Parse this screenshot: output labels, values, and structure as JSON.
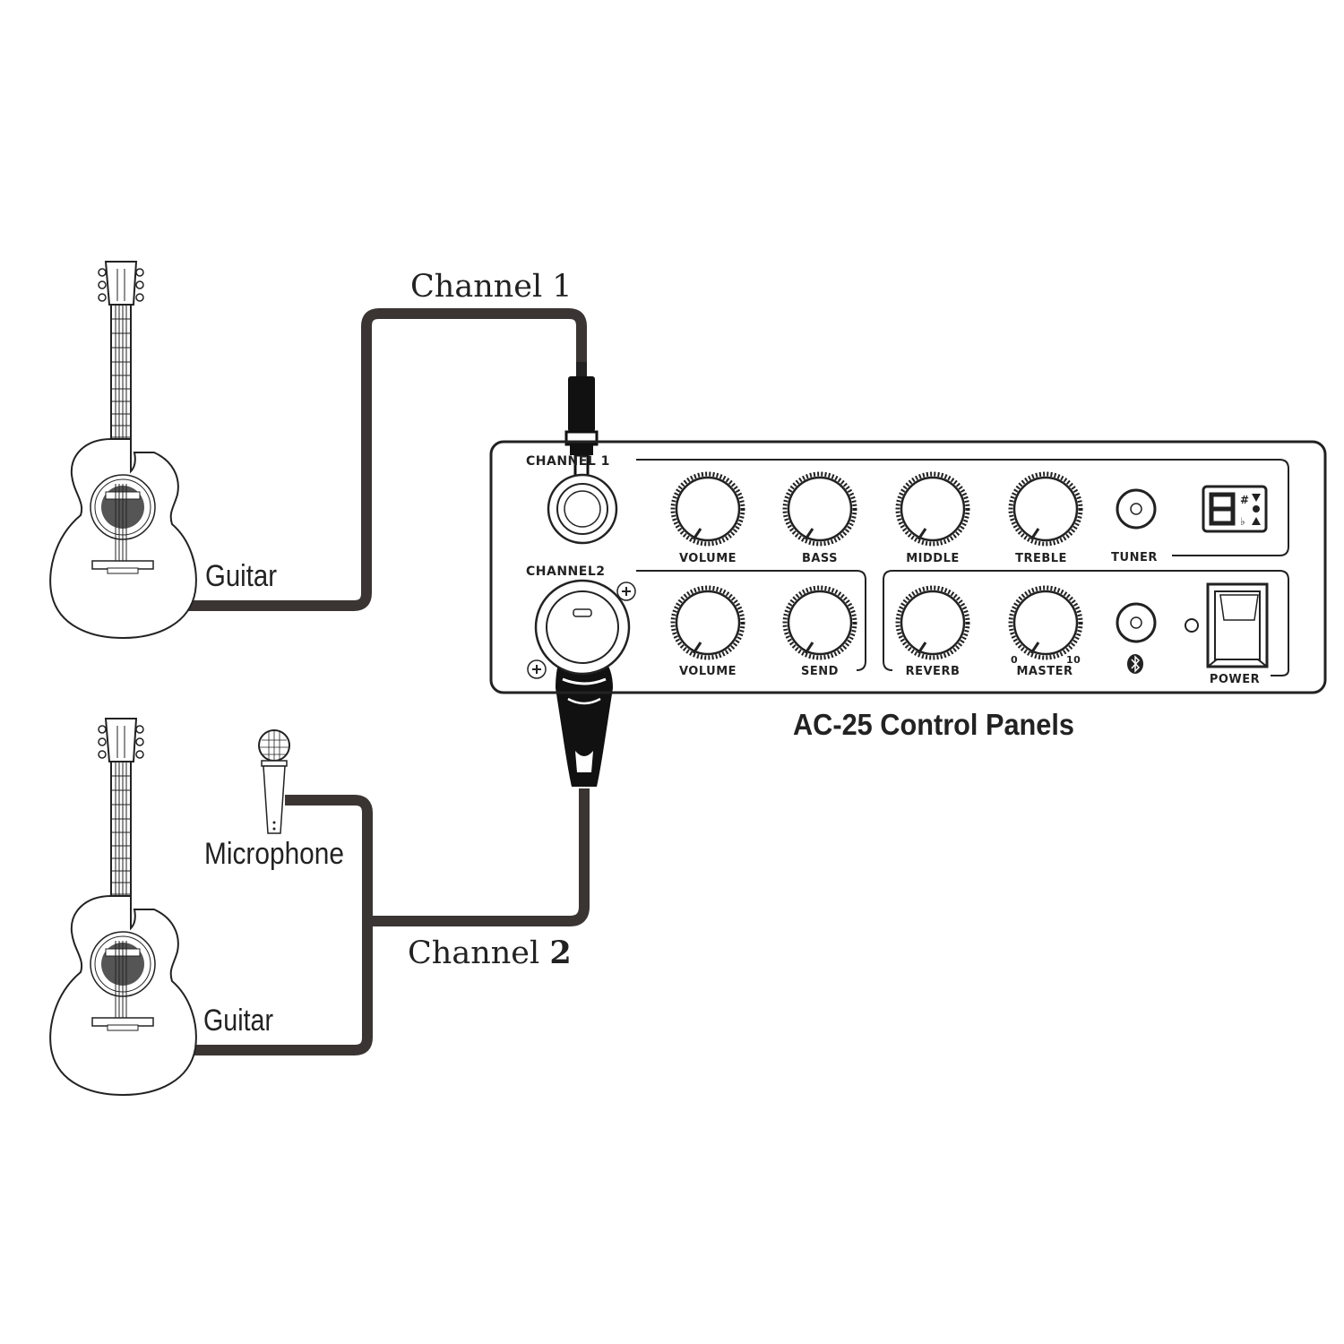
{
  "labels": {
    "channel1": "Channel 1",
    "channel2_prefix": "Channel ",
    "channel2_num": "2",
    "guitar_top": "Guitar",
    "microphone": "Microphone",
    "guitar_bottom": "Guitar"
  },
  "panel": {
    "caption": "AC-25 Control Panels",
    "channel1_label": "CHANNEL 1",
    "channel2_label": "CHANNEL2",
    "row1_knobs": [
      "VOLUME",
      "BASS",
      "MIDDLE",
      "TREBLE"
    ],
    "tuner_label": "TUNER",
    "row2_ch2_knobs": [
      "VOLUME",
      "SEND"
    ],
    "row2_master_knobs": [
      "REVERB",
      "MASTER"
    ],
    "master_scale_min": "0",
    "master_scale_max": "10",
    "power_label": "POWER",
    "tuner_sharp": "#",
    "tuner_flat": "♭"
  },
  "colors": {
    "line": "#222222",
    "cable": "#3a3533",
    "plug": "#111111"
  },
  "icons": [
    "acoustic-guitar-icon",
    "microphone-icon",
    "quarter-inch-jack-icon",
    "xlr-plug-icon",
    "bluetooth-icon",
    "power-rocker-switch-icon",
    "tuner-display-icon"
  ]
}
